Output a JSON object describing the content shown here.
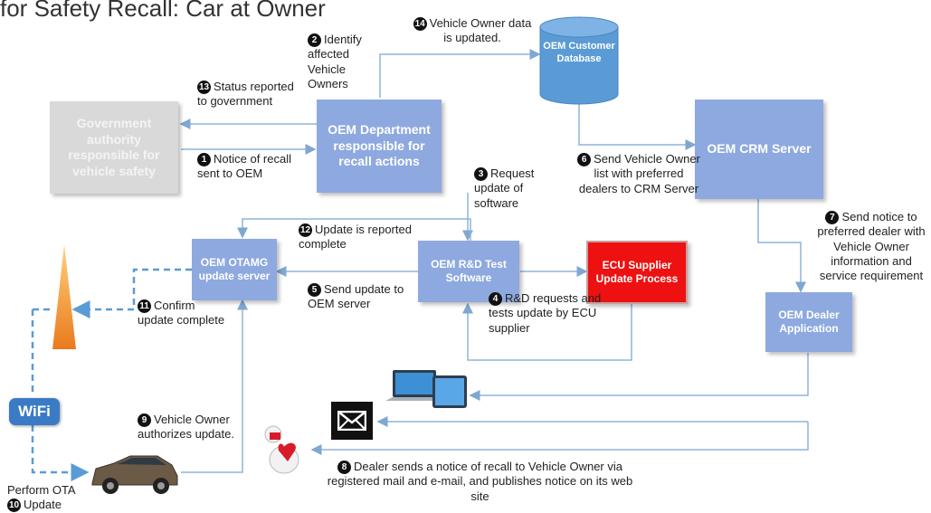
{
  "title": "for Safety Recall: Car at Owner",
  "boxes": {
    "government": "Government authority responsible for vehicle safety",
    "oem_department": "OEM Department responsible for recall actions",
    "oem_database": "OEM Customer Database",
    "oem_crm": "OEM CRM Server",
    "otamg": "OEM OTAMG update server",
    "rd_test": "OEM R&D Test Software",
    "ecu_supplier": "ECU Supplier Update Process",
    "dealer_app": "OEM Dealer Application"
  },
  "steps": [
    {
      "num": "1",
      "text": "Notice of recall sent to OEM"
    },
    {
      "num": "2",
      "text": "Identify affected Vehicle Owners"
    },
    {
      "num": "3",
      "text": "Request update of software"
    },
    {
      "num": "4",
      "text": "R&D requests and tests update by ECU supplier"
    },
    {
      "num": "5",
      "text": "Send update to OEM server"
    },
    {
      "num": "6",
      "text": "Send Vehicle Owner list with preferred dealers to CRM Server"
    },
    {
      "num": "7",
      "text": "Send notice to preferred dealer with Vehicle Owner information and service requirement"
    },
    {
      "num": "8",
      "text": "Dealer sends a notice of recall to Vehicle Owner via registered mail and e-mail, and publishes notice on its web site"
    },
    {
      "num": "9",
      "text": "Vehicle Owner authorizes update."
    },
    {
      "num": "10",
      "text": "Update"
    },
    {
      "num": "11",
      "text": "Confirm update complete"
    },
    {
      "num": "12",
      "text": "Update is reported complete"
    },
    {
      "num": "13",
      "text": "Status reported to government"
    },
    {
      "num": "14",
      "text": "Vehicle Owner data is updated."
    }
  ],
  "perform_ota": "Perform OTA",
  "wifi": "WiFi",
  "colors": {
    "box_blue": "#8ea9df",
    "box_gray": "#d9d9d9",
    "box_red": "#ee1111",
    "line": "#8fb4d9",
    "wifi_dashed": "#5b9bd5"
  },
  "icons": [
    "cell-tower-icon",
    "wifi-icon",
    "car-icon",
    "laptop-tablet-icon",
    "envelope-icon",
    "mail-figure-icon"
  ]
}
